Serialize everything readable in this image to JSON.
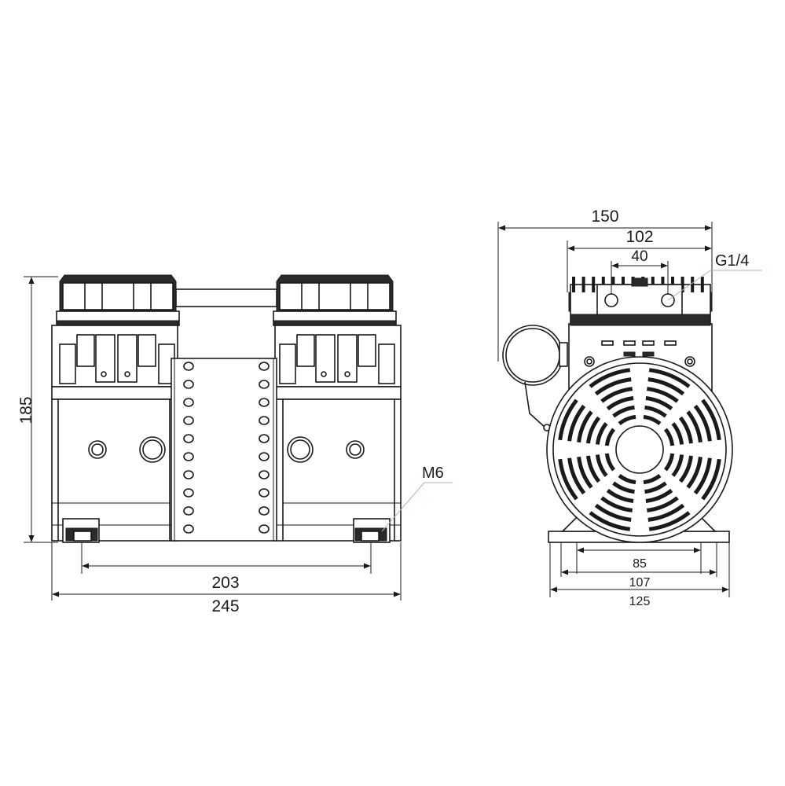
{
  "dimensions": {
    "height_185": "185",
    "length_203": "203",
    "length_245": "245",
    "width_150": "150",
    "width_102": "102",
    "port_40": "40",
    "base_85": "85",
    "base_107": "107",
    "base_125": "125"
  },
  "callouts": {
    "port_thread": "G1/4",
    "mount_thread": "M6"
  },
  "colors": {
    "line": "#1a1a1a",
    "background": "#ffffff",
    "leader": "#c9a9a9"
  }
}
